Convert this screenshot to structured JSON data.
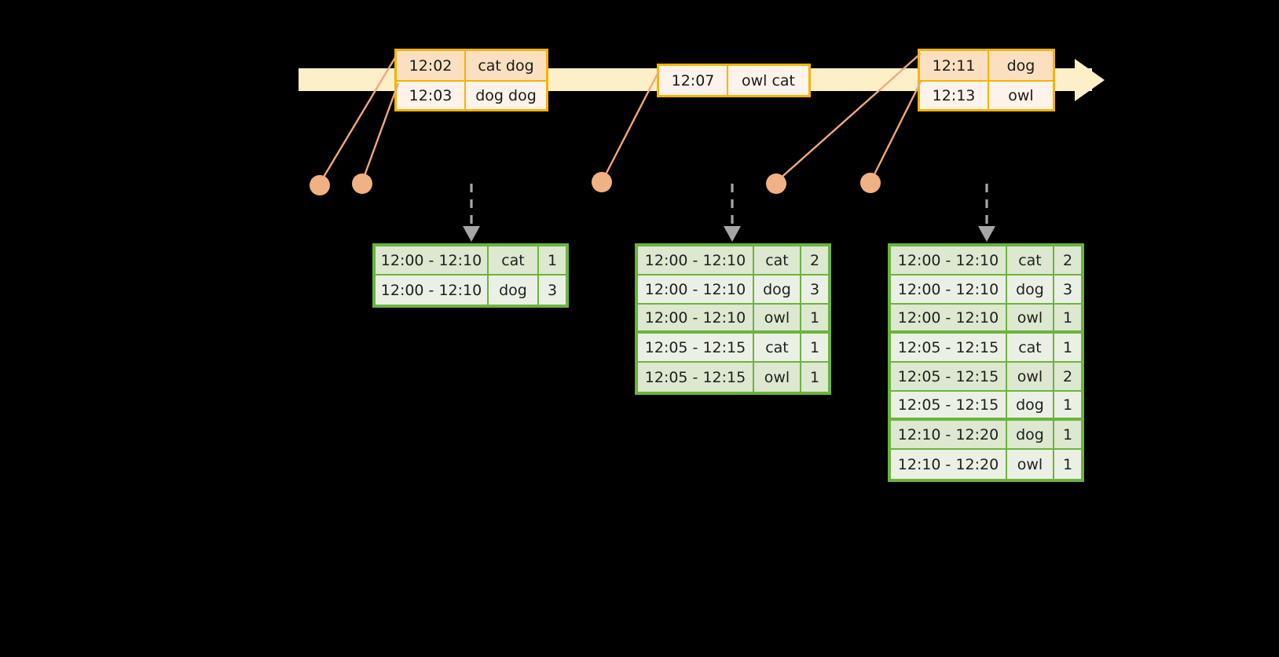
{
  "timeline": {
    "bar_color": "#fdefc8",
    "border_color": "#f5b400",
    "events": [
      {
        "id": "event-group-1",
        "rows": [
          {
            "time": "12:02",
            "value": "cat dog"
          },
          {
            "time": "12:03",
            "value": "dog dog"
          }
        ]
      },
      {
        "id": "event-group-2",
        "rows": [
          {
            "time": "12:07",
            "value": "owl cat"
          }
        ]
      },
      {
        "id": "event-group-3",
        "rows": [
          {
            "time": "12:11",
            "value": "dog"
          },
          {
            "time": "12:13",
            "value": "owl"
          }
        ]
      }
    ]
  },
  "dots": {
    "color": "#f0b183",
    "leader_color": "#f0a97e",
    "count": 5
  },
  "arrows": {
    "color": "#a6a6a6",
    "style": "dashed-down"
  },
  "tables": {
    "border_color": "#6cb33f",
    "row_shade_a": "#dce8cf",
    "row_shade_b": "#eaf1e4",
    "columns": [
      "window",
      "key",
      "count"
    ],
    "snapshots": [
      {
        "id": "snapshot-1",
        "rows": [
          {
            "window": "12:00 - 12:10",
            "key": "cat",
            "count": "1",
            "group_end": false
          },
          {
            "window": "12:00 - 12:10",
            "key": "dog",
            "count": "3",
            "group_end": false
          }
        ]
      },
      {
        "id": "snapshot-2",
        "rows": [
          {
            "window": "12:00 - 12:10",
            "key": "cat",
            "count": "2",
            "group_end": false
          },
          {
            "window": "12:00 - 12:10",
            "key": "dog",
            "count": "3",
            "group_end": false
          },
          {
            "window": "12:00 - 12:10",
            "key": "owl",
            "count": "1",
            "group_end": true
          },
          {
            "window": "12:05 - 12:15",
            "key": "cat",
            "count": "1",
            "group_end": false
          },
          {
            "window": "12:05 - 12:15",
            "key": "owl",
            "count": "1",
            "group_end": false
          }
        ]
      },
      {
        "id": "snapshot-3",
        "rows": [
          {
            "window": "12:00 - 12:10",
            "key": "cat",
            "count": "2",
            "group_end": false
          },
          {
            "window": "12:00 - 12:10",
            "key": "dog",
            "count": "3",
            "group_end": false
          },
          {
            "window": "12:00 - 12:10",
            "key": "owl",
            "count": "1",
            "group_end": true
          },
          {
            "window": "12:05 - 12:15",
            "key": "cat",
            "count": "1",
            "group_end": false
          },
          {
            "window": "12:05 - 12:15",
            "key": "owl",
            "count": "2",
            "group_end": false
          },
          {
            "window": "12:05 - 12:15",
            "key": "dog",
            "count": "1",
            "group_end": true
          },
          {
            "window": "12:10 - 12:20",
            "key": "dog",
            "count": "1",
            "group_end": false
          },
          {
            "window": "12:10 - 12:20",
            "key": "owl",
            "count": "1",
            "group_end": false
          }
        ]
      }
    ]
  }
}
